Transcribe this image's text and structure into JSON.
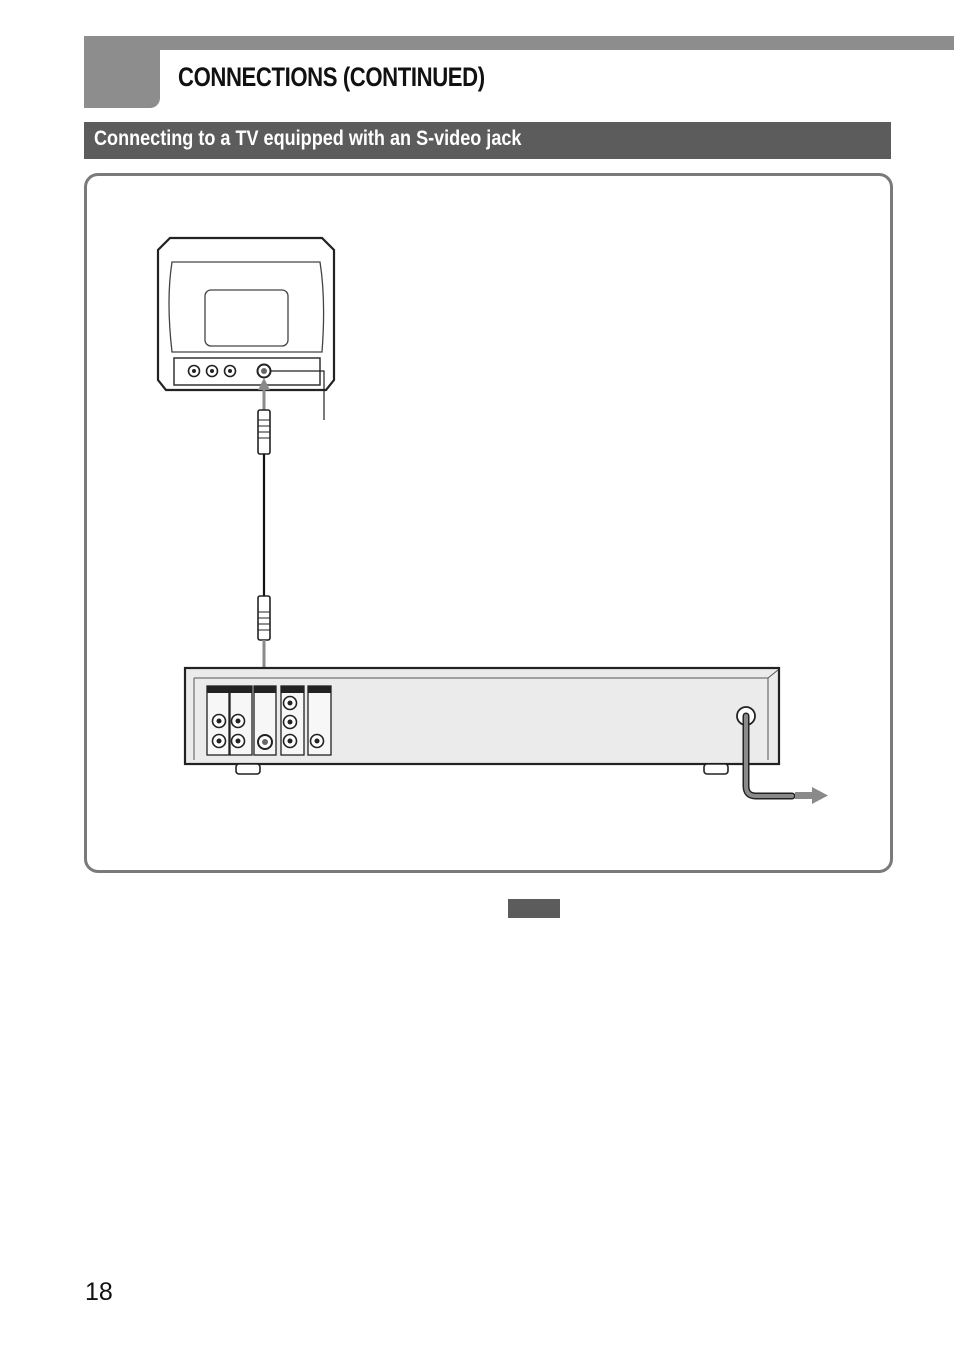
{
  "header": {
    "title": "CONNECTIONS (CONTINUED)",
    "accent_color": "#8d8d8d"
  },
  "section": {
    "title": "Connecting to a TV equipped with an S-video jack",
    "bar_color": "#5c5c5c"
  },
  "diagram": {
    "tv_icon": "television-rear-panel-icon",
    "player_icon": "player-rear-panel-icon",
    "cable_icon": "s-video-cable-icon",
    "power_icon": "power-cord-arrow-icon"
  },
  "note": {
    "tab_icon": "note-tab-icon"
  },
  "footer": {
    "page_number": "18"
  }
}
